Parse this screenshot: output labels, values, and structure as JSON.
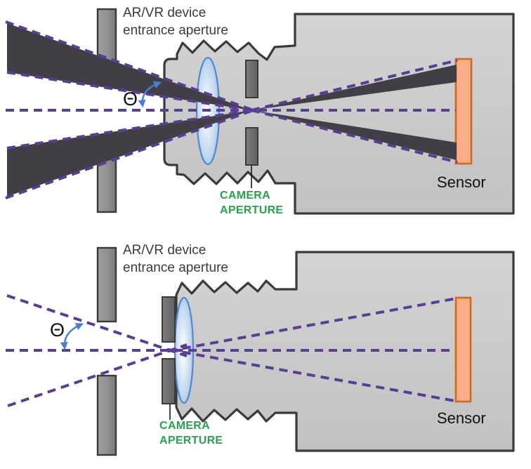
{
  "top_diagram": {
    "entrance_aperture_label": {
      "line1": "AR/VR device",
      "line2": "entrance aperture"
    },
    "angle_symbol": "Θ",
    "camera_aperture_label": {
      "line1": "CAMERA",
      "line2": "APERTURE"
    },
    "sensor_label": "Sensor"
  },
  "bottom_diagram": {
    "entrance_aperture_label": {
      "line1": "AR/VR device",
      "line2": "entrance aperture"
    },
    "angle_symbol": "Θ",
    "camera_aperture_label": {
      "line1": "CAMERA",
      "line2": "APERTURE"
    },
    "sensor_label": "Sensor"
  },
  "colors": {
    "ray-purple": "#5a3d94",
    "beam-dark": "#413f45",
    "outline": "#3a3a3a",
    "camera-body": "#c9c9c9",
    "aperture-label-green": "#27a34c",
    "entrance-label-gray": "#3b3b3b",
    "sensor-fill": "#f9ae88",
    "sensor-border": "#d2691e",
    "sensor-text": "#111111",
    "lens-blue": "#7fadde",
    "lens-stroke": "#5588cc",
    "arrow-blue": "#4a7ed2"
  }
}
